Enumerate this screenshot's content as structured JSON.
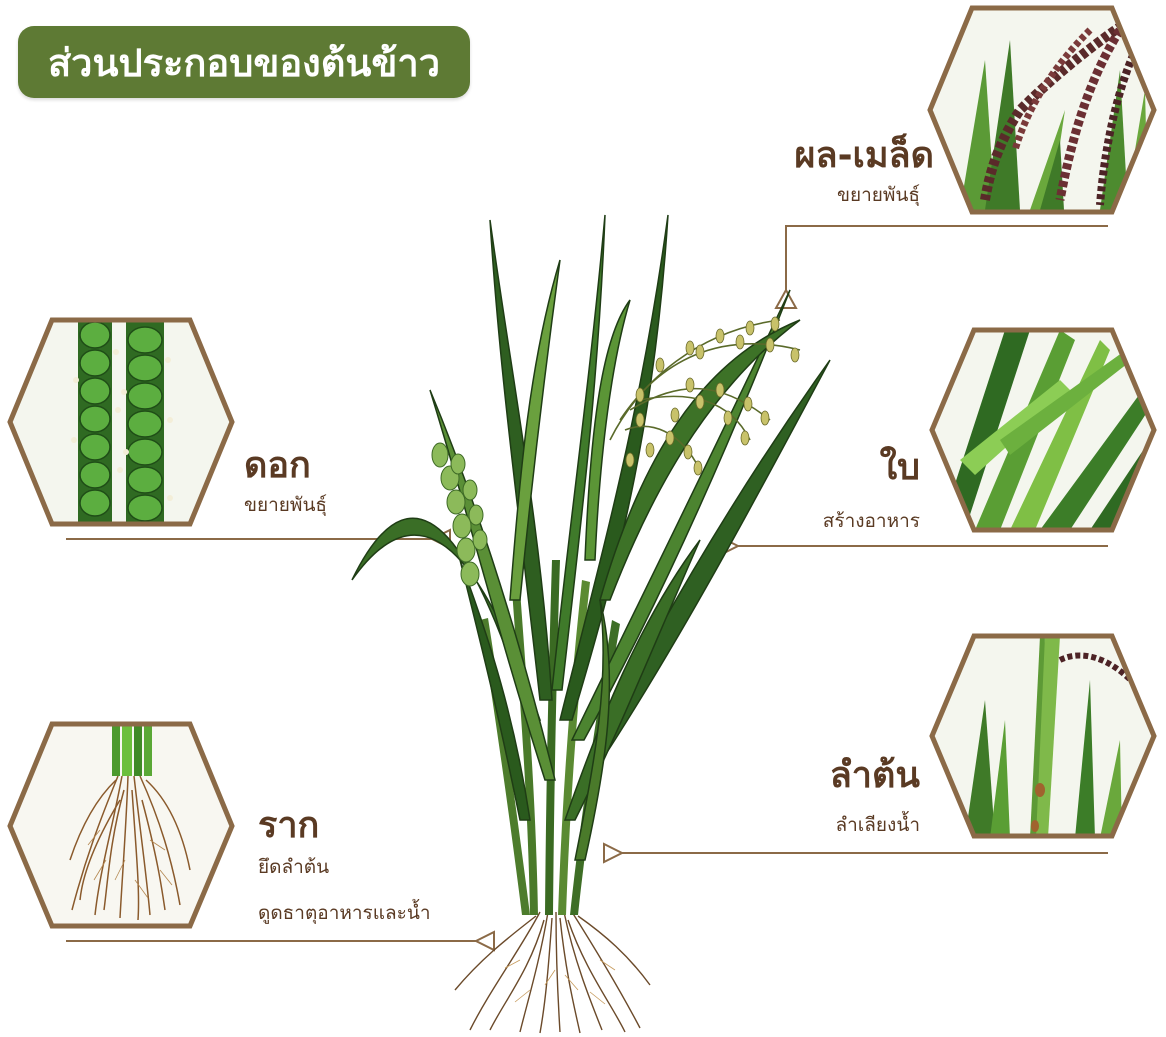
{
  "title": "ส่วนประกอบของต้นข้าว",
  "colors": {
    "title_bg": "#5e7a34",
    "frame": "#8b6a47",
    "text": "#5a3a23",
    "leaf_dark": "#2f5a22",
    "leaf_light": "#6fae3c"
  },
  "parts": {
    "seed": {
      "name": "ผล-เมล็ด",
      "function": "ขยายพันธุ์"
    },
    "flower": {
      "name": "ดอก",
      "function": "ขยายพันธุ์"
    },
    "leaf": {
      "name": "ใบ",
      "function": "สร้างอาหาร"
    },
    "stem": {
      "name": "ลำต้น",
      "function": "ลำเลียงน้ำ"
    },
    "root": {
      "name": "ราก",
      "function_1": "ยึดลำต้น",
      "function_2": "ดูดธาตุอาหารและน้ำ"
    }
  }
}
